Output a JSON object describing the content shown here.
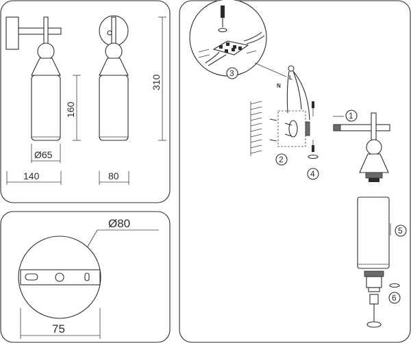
{
  "panel_side": {
    "dim_diameter": "Ø65",
    "dim_width": "140",
    "dim_depth": "80",
    "dim_shade_height": "160",
    "dim_total_height": "310"
  },
  "panel_base": {
    "dim_diameter": "Ø80",
    "dim_hole_spacing": "75"
  },
  "panel_install": {
    "wire_n": "N",
    "wire_l": "L",
    "steps": [
      "1",
      "2",
      "3",
      "4",
      "5",
      "6"
    ]
  }
}
